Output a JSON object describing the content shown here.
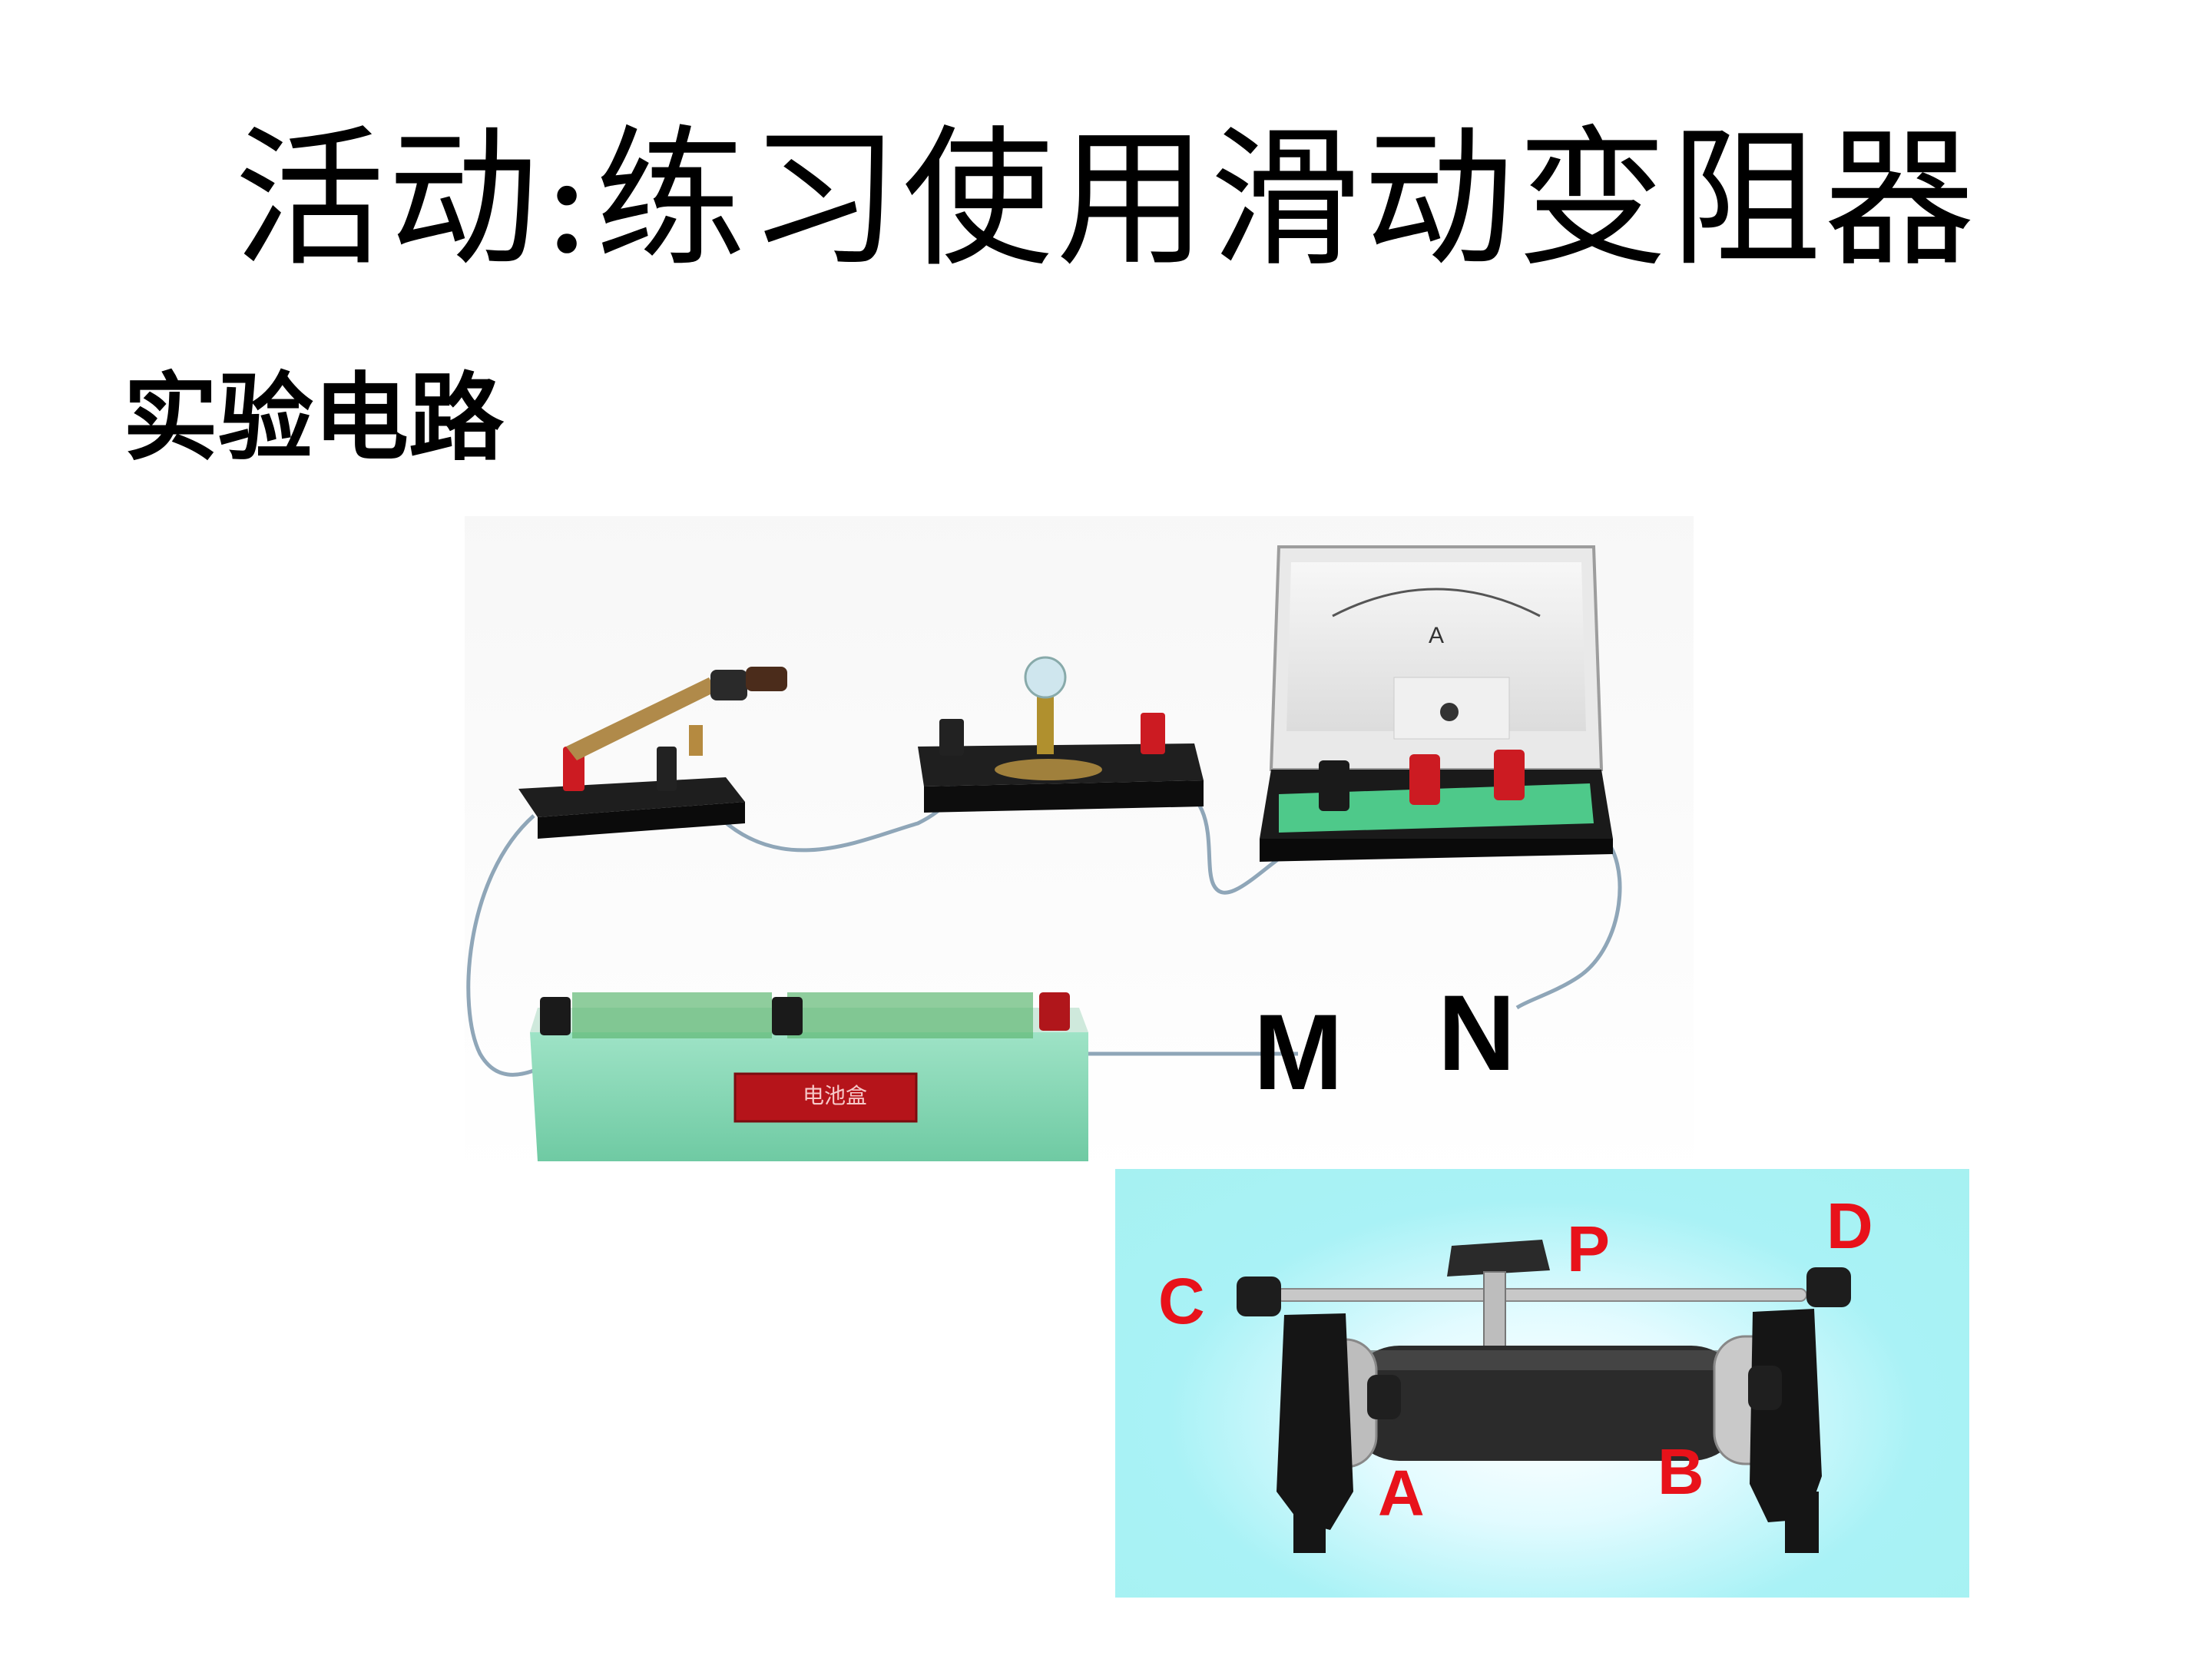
{
  "slide": {
    "title": "活动:练习使用滑动变阻器",
    "subtitle": "实验电路"
  },
  "circuit": {
    "terminal_labels": {
      "m": "M",
      "n": "N"
    }
  },
  "rheostat": {
    "labels": {
      "c": "C",
      "p": "P",
      "d": "D",
      "a": "A",
      "b": "B"
    }
  },
  "colors": {
    "label_red": "#e8121a",
    "battery_box_green": "#7fd6b0",
    "panel_cyan": "#a6f1f1"
  }
}
